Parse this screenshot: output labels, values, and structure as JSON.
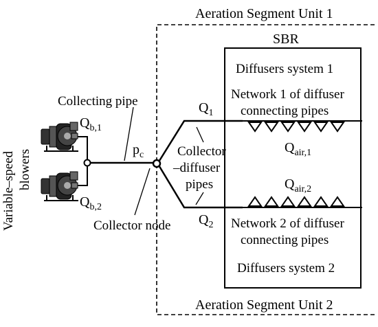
{
  "labels": {
    "unit1": "Aeration Segment Unit 1",
    "unit2": "Aeration Segment Unit 2",
    "sbr": "SBR",
    "diffusers1": "Diffusers system 1",
    "diffusers2": "Diffusers system 2",
    "network1_line1": "Network 1 of diffuser",
    "network1_line2": "connecting pipes",
    "network2_line1": "Network 2 of diffuser",
    "network2_line2": "connecting pipes",
    "collecting_pipe": "Collecting pipe",
    "collector_node": "Collector node",
    "collector_line1": "Collector",
    "collector_line2": "–diffuser",
    "collector_line3": "pipes",
    "blowers": "Variable–speed",
    "blowers2": "blowers"
  },
  "symbols": {
    "qb1_main": "Q",
    "qb1_sub": "b,1",
    "qb2_main": "Q",
    "qb2_sub": "b,2",
    "pc_main": "p",
    "pc_sub": "c",
    "q1_main": "Q",
    "q1_sub": "1",
    "q2_main": "Q",
    "q2_sub": "2",
    "qair1_main": "Q",
    "qair1_sub": "air,1",
    "qair2_main": "Q",
    "qair2_sub": "air,2"
  },
  "icons": {
    "blower": "blower-pump-icon",
    "diffuser_down": "triangle-down-icon",
    "diffuser_up": "triangle-up-icon"
  },
  "colors": {
    "ink": "#000000",
    "background": "#ffffff"
  }
}
